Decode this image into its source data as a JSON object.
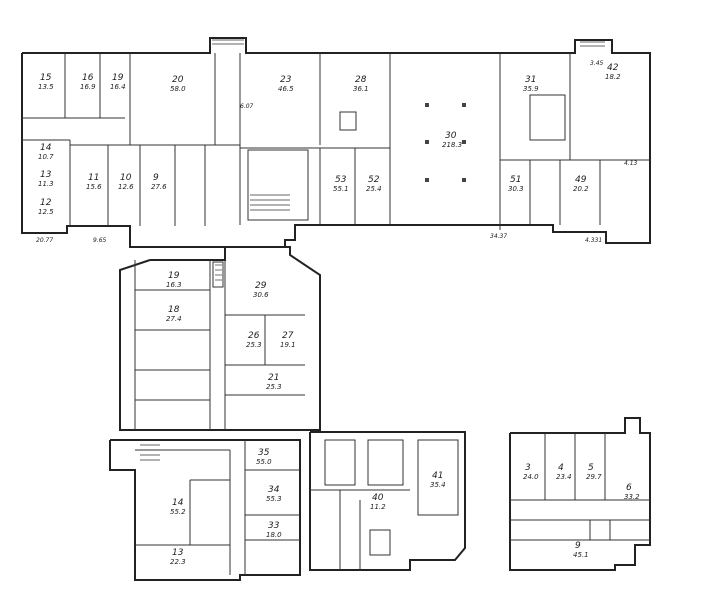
{
  "rooms": [
    {
      "num": "15",
      "area": "13.5"
    },
    {
      "num": "16",
      "area": "16.9"
    },
    {
      "num": "19",
      "area": "16.4"
    },
    {
      "num": "20",
      "area": "58.0"
    },
    {
      "num": "23",
      "area": "46.5"
    },
    {
      "num": "28",
      "area": "36.1"
    },
    {
      "num": "30",
      "area": "218.3"
    },
    {
      "num": "31",
      "area": "35.9"
    },
    {
      "num": "42",
      "area": "18.2"
    },
    {
      "num": "14",
      "area": "10.7"
    },
    {
      "num": "13",
      "area": "11.3"
    },
    {
      "num": "12",
      "area": "12.5"
    },
    {
      "num": "11",
      "area": "15.6"
    },
    {
      "num": "10",
      "area": "12.6"
    },
    {
      "num": "9",
      "area": "27.6"
    },
    {
      "num": "53",
      "area": "55.1"
    },
    {
      "num": "52",
      "area": "25.4"
    },
    {
      "num": "51",
      "area": "30.3"
    },
    {
      "num": "49",
      "area": "20.2"
    },
    {
      "num": "29",
      "area": "30.6"
    },
    {
      "num": "26",
      "area": "25.3"
    },
    {
      "num": "27",
      "area": "19.1"
    },
    {
      "num": "21",
      "area": "25.3"
    },
    {
      "num": "19",
      "area": "16.3"
    },
    {
      "num": "18",
      "area": "27.4"
    },
    {
      "num": "35",
      "area": "55.0"
    },
    {
      "num": "34",
      "area": "55.3"
    },
    {
      "num": "33",
      "area": "18.0"
    },
    {
      "num": "14",
      "area": "55.2"
    },
    {
      "num": "13",
      "area": "22.3"
    },
    {
      "num": "3",
      "area": "24.0"
    },
    {
      "num": "4",
      "area": "23.4"
    },
    {
      "num": "5",
      "area": "29.7"
    },
    {
      "num": "6",
      "area": "33.2"
    },
    {
      "num": "9",
      "area": "45.1"
    },
    {
      "num": "41",
      "area": "35.4"
    },
    {
      "num": "40",
      "area": "11.2"
    }
  ],
  "dimensions": [
    "20.77",
    "9.65",
    "34.37",
    "4.331",
    "4.13",
    "3.45",
    "6.07"
  ]
}
